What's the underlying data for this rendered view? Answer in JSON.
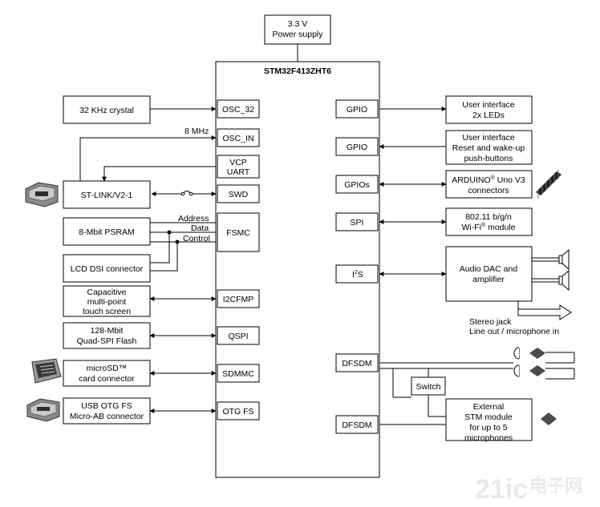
{
  "power": {
    "line1": "3.3 V",
    "line2": "Power supply"
  },
  "mcu": {
    "title": "STM32F413ZHT6"
  },
  "left_pins": {
    "osc32": "OSC_32",
    "oscin": "OSC_IN",
    "vcp1": "VCP",
    "vcp2": "UART",
    "swd": "SWD",
    "fsmc": "FSMC",
    "i2c": "I2CFMP",
    "qspi": "QSPI",
    "sdmmc": "SDMMC",
    "otg": "OTG FS"
  },
  "right_pins": {
    "gpio1": "GPIO",
    "gpio2": "GPIO",
    "gpios": "GPIOs",
    "spi": "SPI",
    "i2s_i": "I",
    "i2s_sup": "2",
    "i2s_s": "S",
    "dfsdm1": "DFSDM",
    "dfsdm2": "DFSDM"
  },
  "left_devices": {
    "crystal": "32 KHz crystal",
    "mhz": "8 MHz",
    "stlink": "ST-LINK/V2-1",
    "psram": "8-Mbit PSRAM",
    "lcd": "LCD DSI connector",
    "touch1": "Capacitive",
    "touch2": "multi-point",
    "touch3": "touch screen",
    "flash1": "128-Mbit",
    "flash2": "Quad-SPI Flash",
    "sd1": "microSD™",
    "sd2": "card connector",
    "usb1": "USB OTG FS",
    "usb2": "Micro-AB connector",
    "bus_address": "Address",
    "bus_data": "Data",
    "bus_control": "Control"
  },
  "right_devices": {
    "leds1": "User interface",
    "leds2": "2x LEDs",
    "btn1": "User interface",
    "btn2": "Reset and wake-up",
    "btn3": "push-buttons",
    "ard_main": "ARDUINO",
    "ard_reg": "®",
    "ard_rest": " Uno V3",
    "ard2": "connectors",
    "wifi1": "802.11 b/g/n",
    "wifi2_a": "Wi-Fi",
    "wifi2_reg": "®",
    "wifi2_b": " module",
    "audio1": "Audio DAC and",
    "audio2": "amplifier",
    "jack1": "Stereo jack",
    "jack2": "Line out / microphone in",
    "switch": "Switch",
    "ext1": "External",
    "ext2": "STM module",
    "ext3": "for up to 5",
    "ext4": "microphones"
  },
  "watermark": {
    "num": "21ic",
    "cn": "电子网"
  }
}
